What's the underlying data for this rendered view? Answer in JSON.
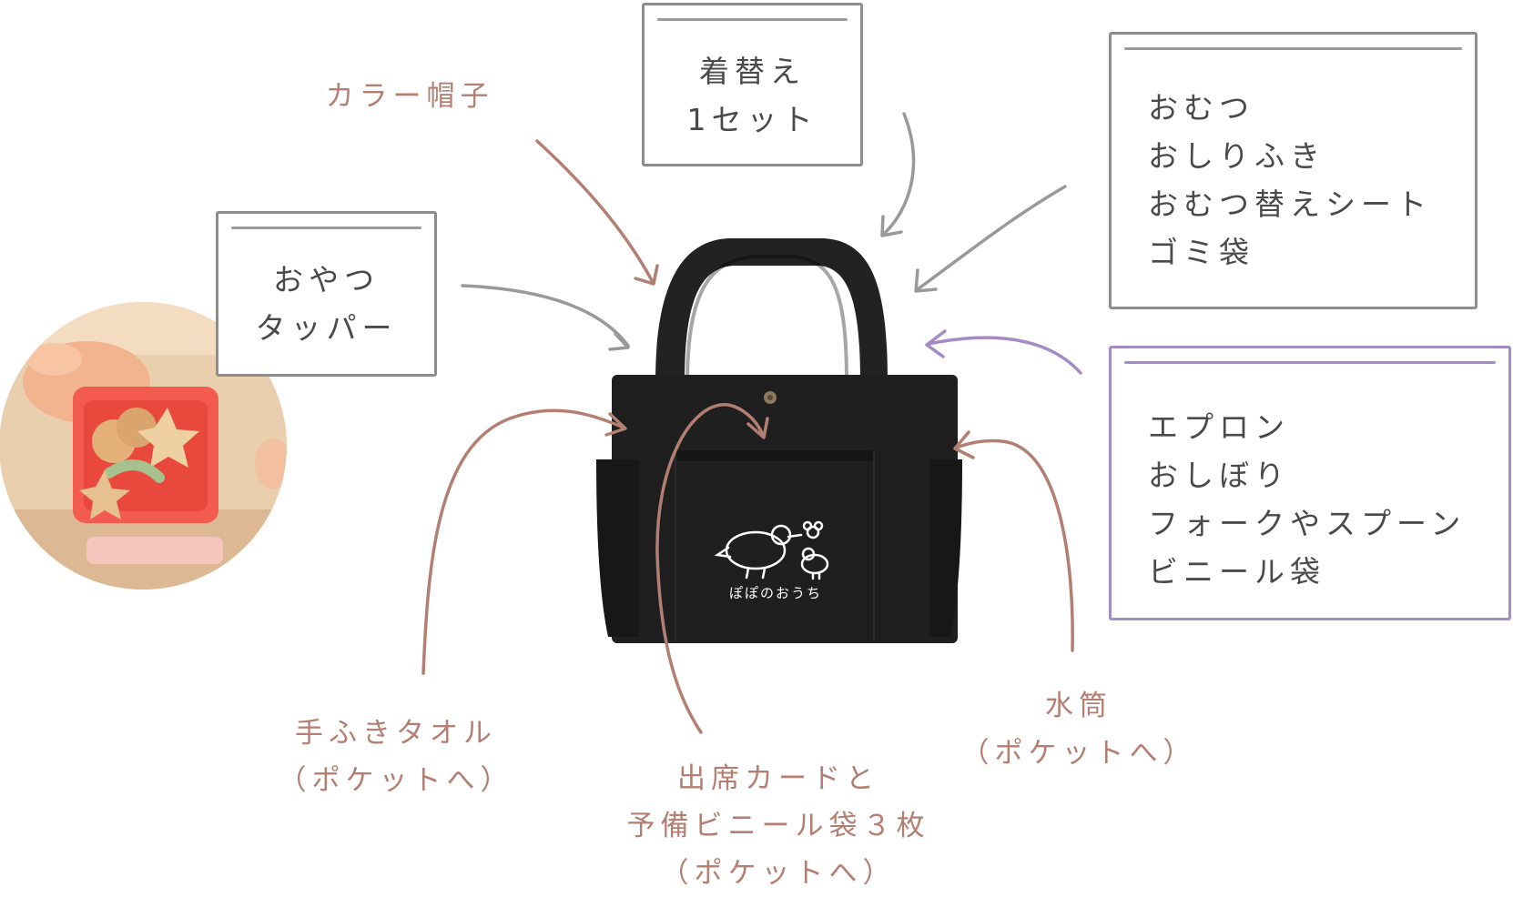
{
  "boxes": {
    "kigae": [
      "着替え",
      "1セット"
    ],
    "oyatsu": [
      "おやつ",
      "タッパー"
    ],
    "omutsu": [
      "おむつ",
      "おしりふき",
      "おむつ替えシート",
      "ゴミ袋"
    ],
    "apron": [
      "エプロン",
      "おしぼり",
      "フォークやスプーン",
      "ビニール袋"
    ]
  },
  "labels": {
    "hat": [
      "カラー帽子"
    ],
    "towel": [
      "手ふきタオル",
      "（ポケットへ）"
    ],
    "card": [
      "出席カードと",
      "予備ビニール袋３枚",
      "（ポケットへ）"
    ],
    "bottle": [
      "水筒",
      "（ポケットへ）"
    ]
  },
  "bag_print": "ぽぽのおうち",
  "colors": {
    "label_text": "#b47f73",
    "box_border": "#8d8d8d",
    "accent_purple": "#a58bc6",
    "bag": "#1f1f1f"
  },
  "icons": {
    "grapes": "grapes-icon",
    "snack_photo": "snack-photo"
  }
}
